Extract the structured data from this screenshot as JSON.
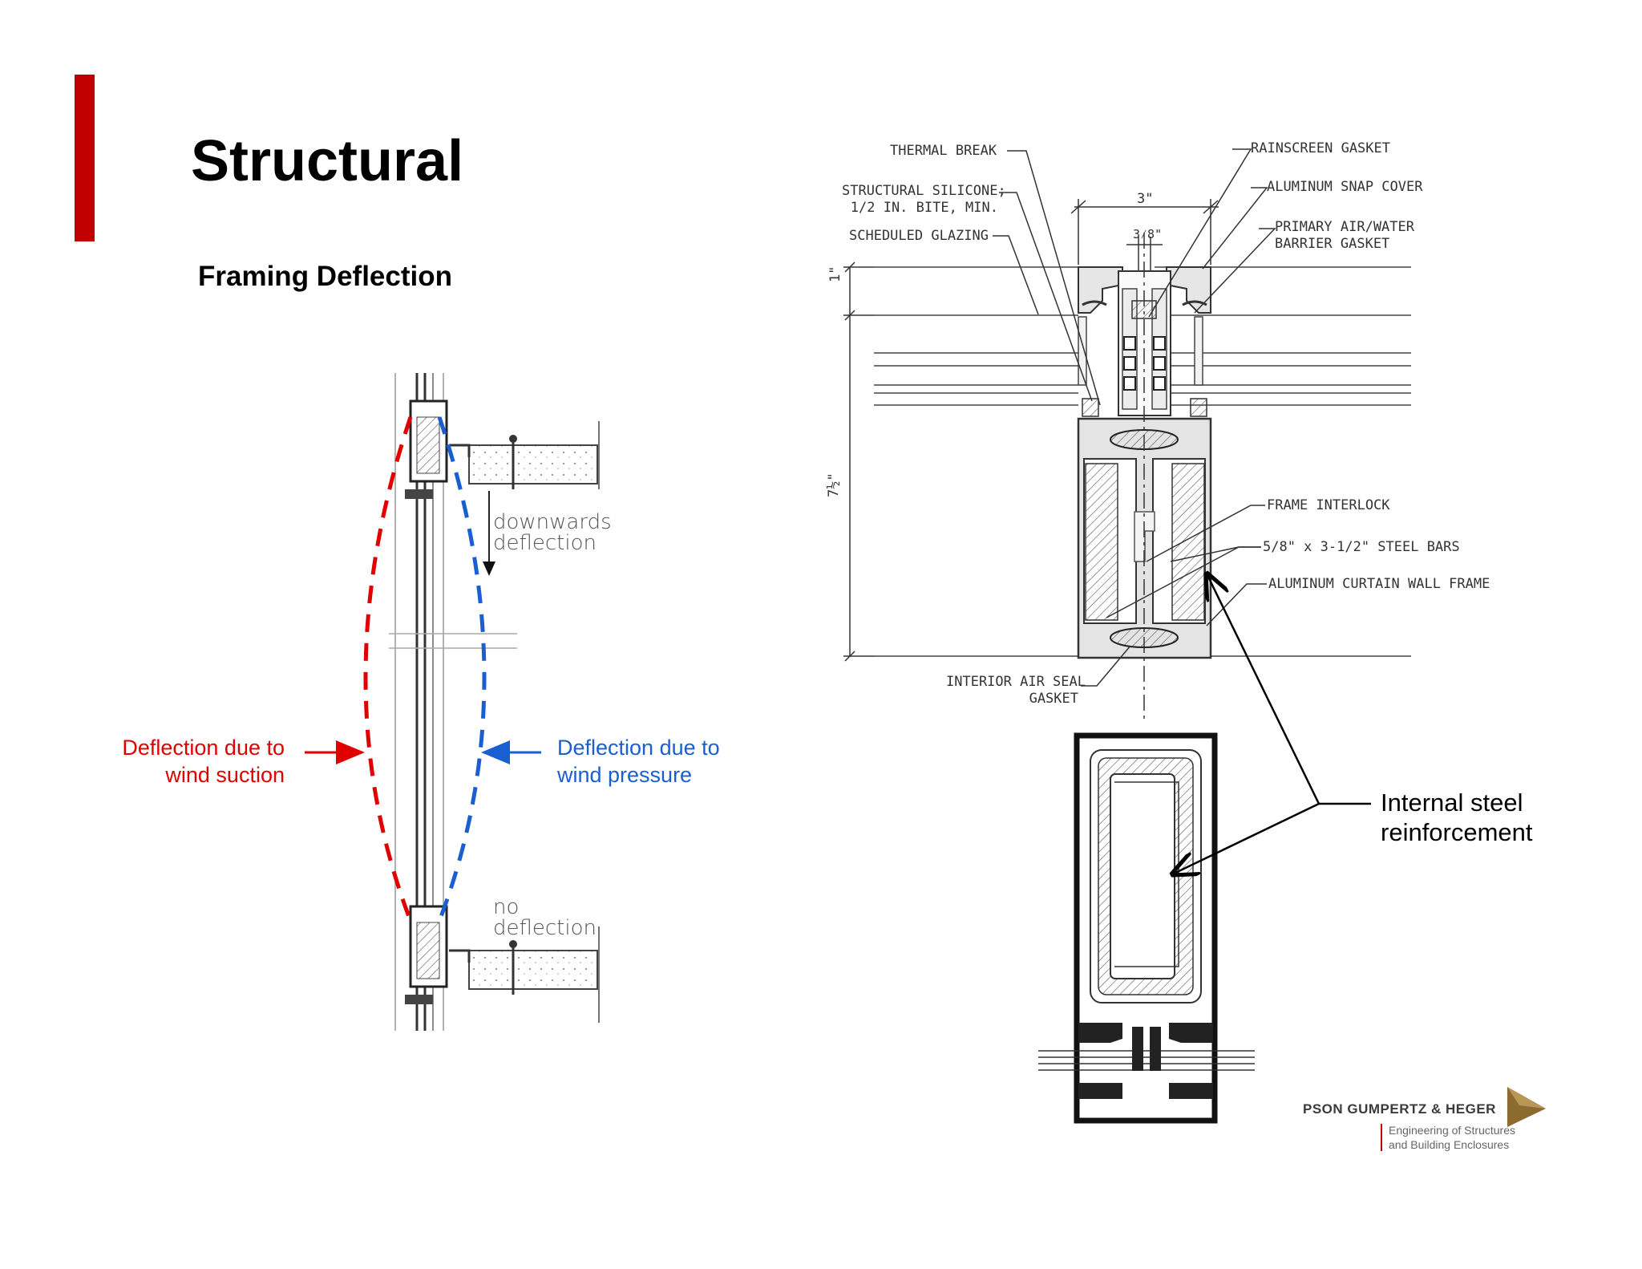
{
  "slide": {
    "title": "Structural",
    "subtitle": "Framing Deflection"
  },
  "left_diagram": {
    "suction_label": [
      "Deflection due to",
      "wind suction"
    ],
    "pressure_label": [
      "Deflection due to",
      "wind pressure"
    ],
    "downwards_label": [
      "downwards",
      "deflection"
    ],
    "no_deflection_label": [
      "no",
      "deflection"
    ],
    "colors": {
      "suction": "#e00000",
      "pressure": "#1a5fd1"
    }
  },
  "section_detail": {
    "callouts_left": {
      "thermal_break": "THERMAL BREAK",
      "structural_silicone": [
        "STRUCTURAL SILICONE;",
        "1/2 IN. BITE, MIN."
      ],
      "scheduled_glazing": "SCHEDULED GLAZING",
      "interior_air_seal": [
        "INTERIOR AIR SEAL",
        "GASKET"
      ]
    },
    "callouts_right": {
      "rainscreen_gasket": "RAINSCREEN GASKET",
      "snap_cover": "ALUMINUM SNAP COVER",
      "primary_gasket": [
        "PRIMARY AIR/WATER",
        "BARRIER GASKET"
      ],
      "frame_interlock": "FRAME INTERLOCK",
      "steel_bars": "5/8\" x 3-1/2\" STEEL BARS",
      "curtain_wall_frame": "ALUMINUM CURTAIN WALL FRAME"
    },
    "dimensions": {
      "width": "3\"",
      "gap": "3⁄8\"",
      "glass": "1\"",
      "depth": "7½\""
    }
  },
  "reinforcement_callout": [
    "Internal steel",
    "reinforcement"
  ],
  "logo": {
    "name": "PSON GUMPERTZ & HEGER",
    "tagline": [
      "Engineering of Structures",
      "and Building Enclosures"
    ]
  }
}
